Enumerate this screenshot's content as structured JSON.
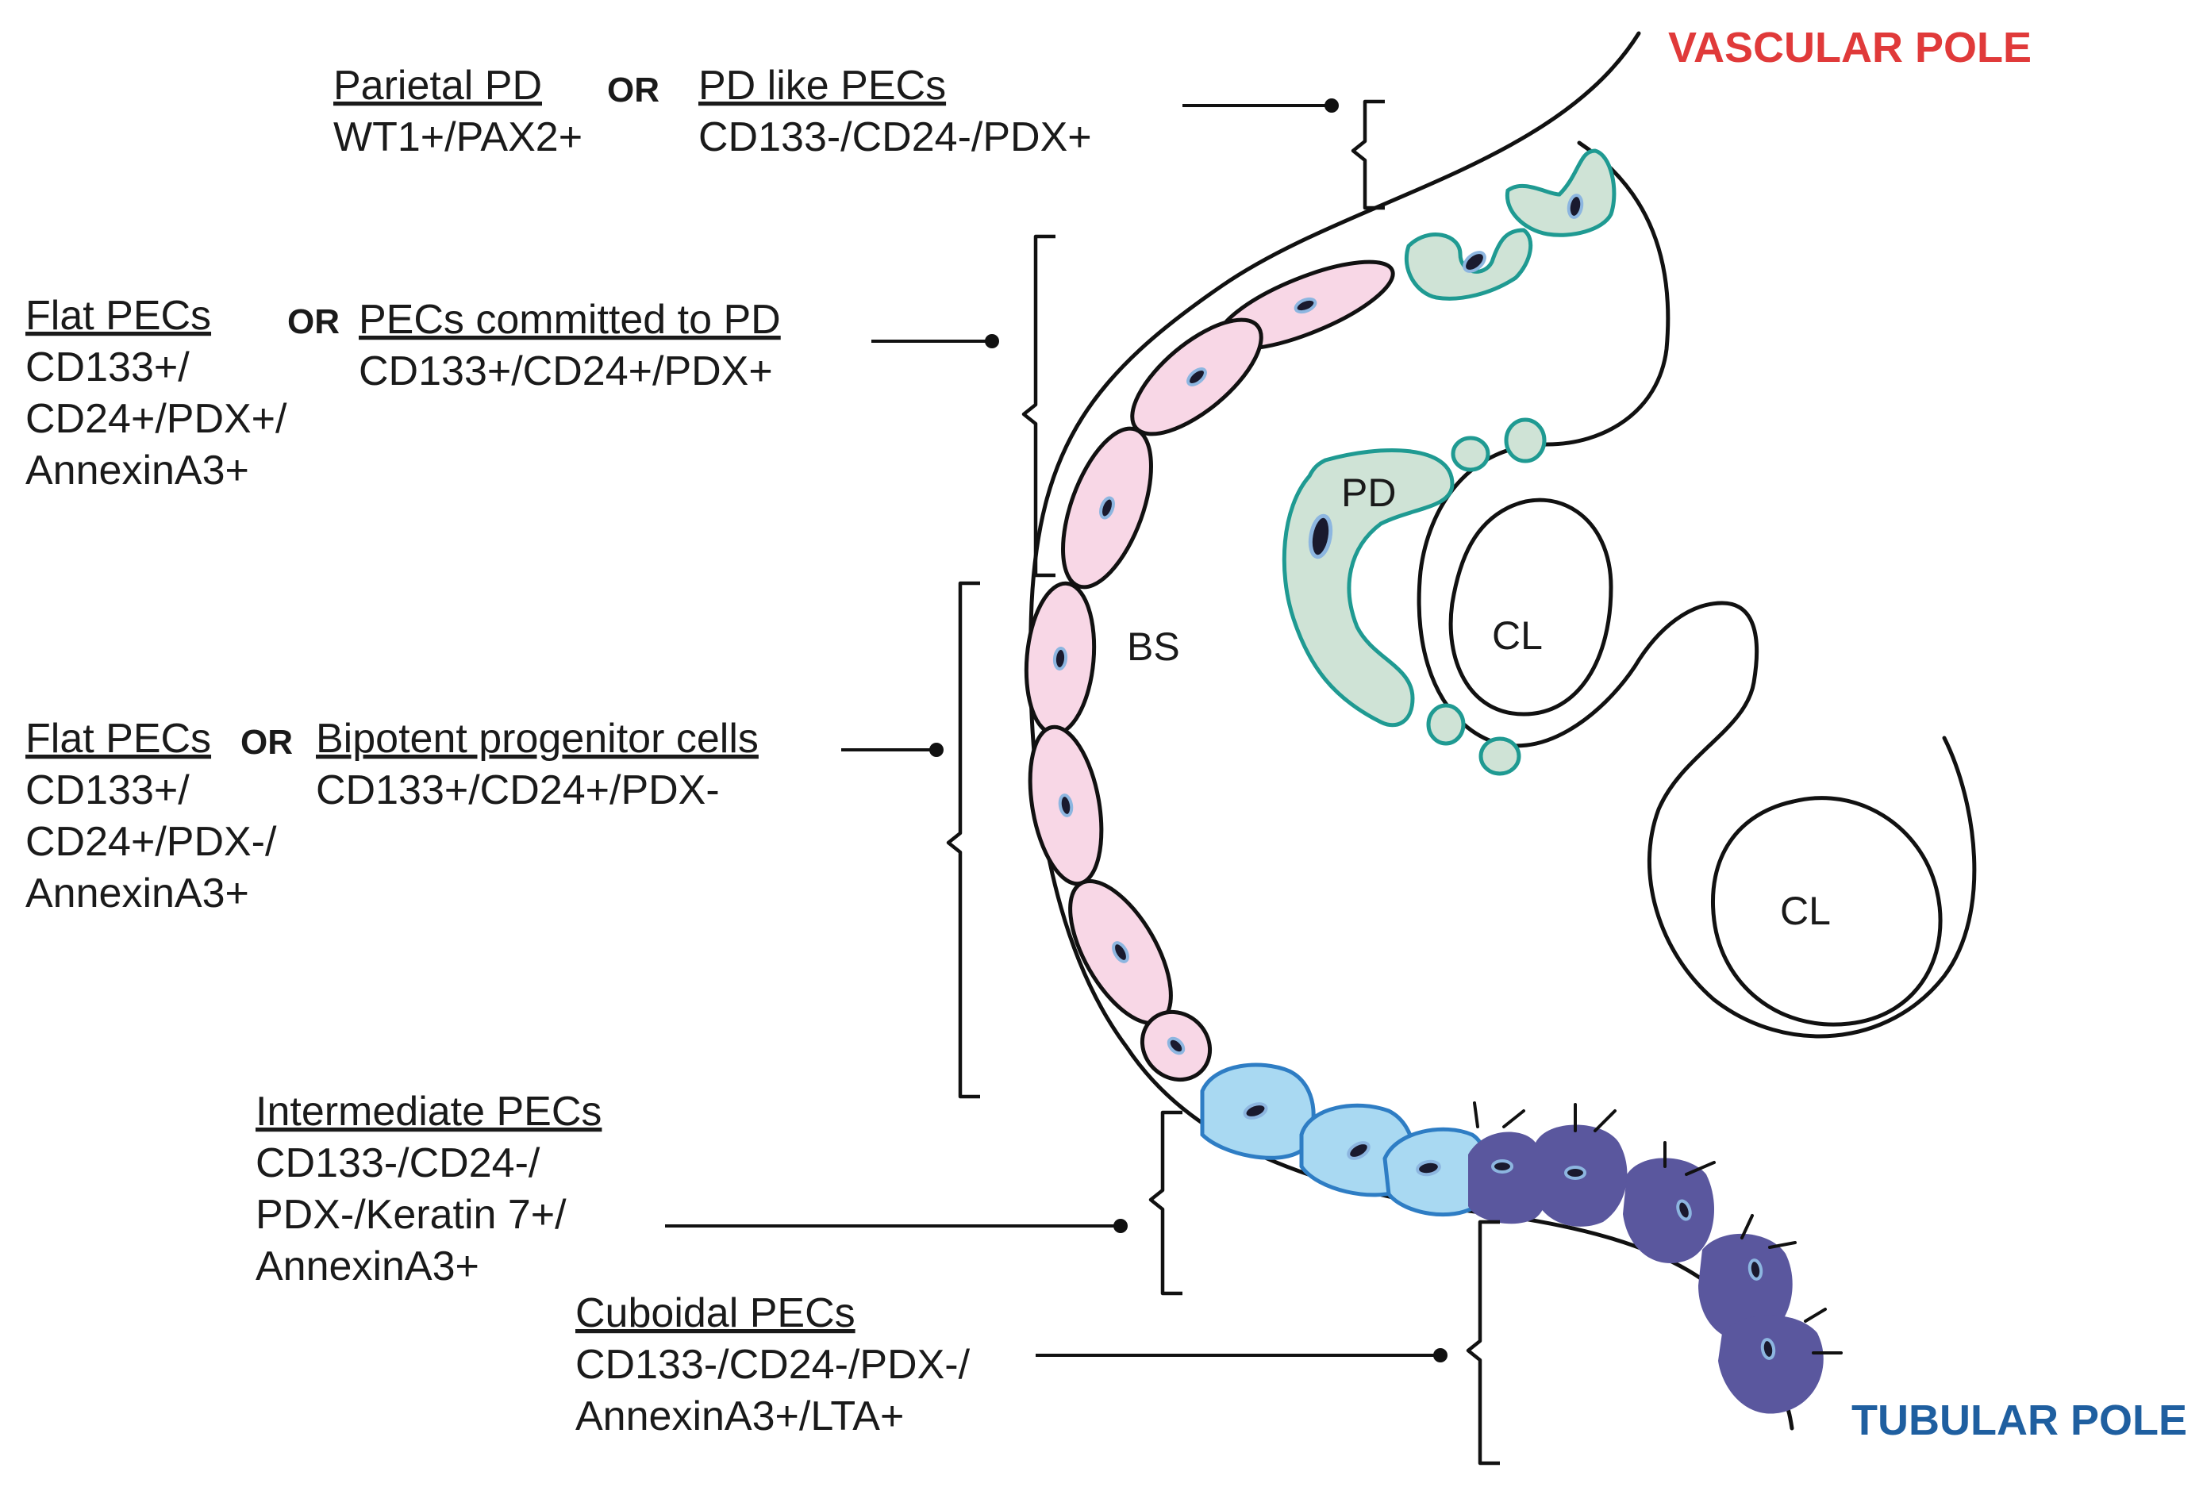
{
  "poles": {
    "vascular": "VASCULAR POLE",
    "tubular": "TUBULAR POLE"
  },
  "connector": "OR",
  "groups": {
    "parietal_pd": {
      "left_title": "Parietal PD",
      "left_markers": [
        "WT1+/PAX2+"
      ],
      "right_title": "PD like PECs",
      "right_markers": [
        "CD133-/CD24-/PDX+"
      ]
    },
    "flat_committed": {
      "left_title": "Flat PECs",
      "left_markers": [
        "CD133+/",
        "CD24+/PDX+/",
        "AnnexinA3+"
      ],
      "right_title": "PECs committed to PD",
      "right_markers": [
        "CD133+/CD24+/PDX+"
      ]
    },
    "flat_bipotent": {
      "left_title": "Flat PECs",
      "left_markers": [
        "CD133+/",
        "CD24+/PDX-/",
        "AnnexinA3+"
      ],
      "right_title": "Bipotent progenitor cells",
      "right_markers": [
        "CD133+/CD24+/PDX-"
      ]
    },
    "intermediate": {
      "title": "Intermediate PECs",
      "markers": [
        "CD133-/CD24-/",
        "PDX-/Keratin 7+/",
        "AnnexinA3+"
      ]
    },
    "cuboidal": {
      "title": "Cuboidal PECs",
      "markers": [
        "CD133-/CD24-/PDX-/",
        "AnnexinA3+/LTA+"
      ]
    }
  },
  "regions": {
    "bowman_space": "BS",
    "podocyte": "PD",
    "capillary_lumen": "CL"
  },
  "colors": {
    "vascular_pole": "#e03a3a",
    "tubular_pole": "#1f5fa0",
    "flat_pec_fill": "#f8d7e6",
    "podocyte_fill": "#cfe3d6",
    "podocyte_stroke": "#1f9a92",
    "intermediate_fill": "#a9d9f2",
    "intermediate_stroke": "#2e7dc4",
    "cuboidal_fill": "#5a579e",
    "nucleus_ring": "#8db6e0",
    "nucleus": "#1a1a2e"
  }
}
